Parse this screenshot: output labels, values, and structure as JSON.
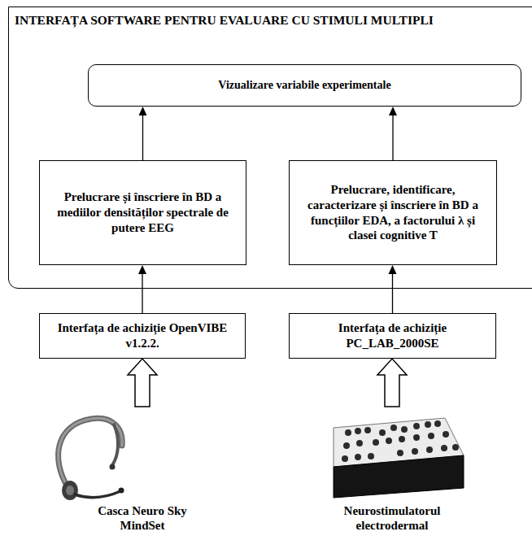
{
  "diagram": {
    "nodes": [
      {
        "text": [
          "INTERFAȚA SOFTWARE PENTRU EVALUARE CU STIMULI MULTIPLI"
        ]
      },
      {
        "text": [
          "Vizualizare variabile experimentale"
        ],
        "in": 0
      },
      {
        "text": [
          "Prelucrare și înscriere în BD a mediilor densităților spectrale de putere EEG"
        ],
        "in": 0
      },
      {
        "text": [
          "Prelucrare, identificare, caracterizare și înscriere în BD a funcțiilor EDA, a factorului λ și clasei cognitive T"
        ],
        "in": 0
      },
      {
        "text": [
          "Interfața de achiziție OpenVIBE v1.2.2."
        ]
      },
      {
        "text": [
          "Interfața de achiziție PC_LAB_2000SE"
        ]
      },
      {
        "text": [
          "Casca Neuro Sky MindSet"
        ]
      },
      {
        "text": [
          "Neurostimulatorul electrodermal"
        ]
      }
    ],
    "edges": [
      {
        "from": 2,
        "to": 1,
        "arrow": "to"
      },
      {
        "from": 3,
        "to": 1,
        "arrow": "to"
      },
      {
        "from": 4,
        "to": 2,
        "arrow": "to"
      },
      {
        "from": 5,
        "to": 3,
        "arrow": "to"
      },
      {
        "from": 6,
        "to": 4,
        "arrow": "to"
      },
      {
        "from": 7,
        "to": 5,
        "arrow": "to"
      }
    ]
  }
}
